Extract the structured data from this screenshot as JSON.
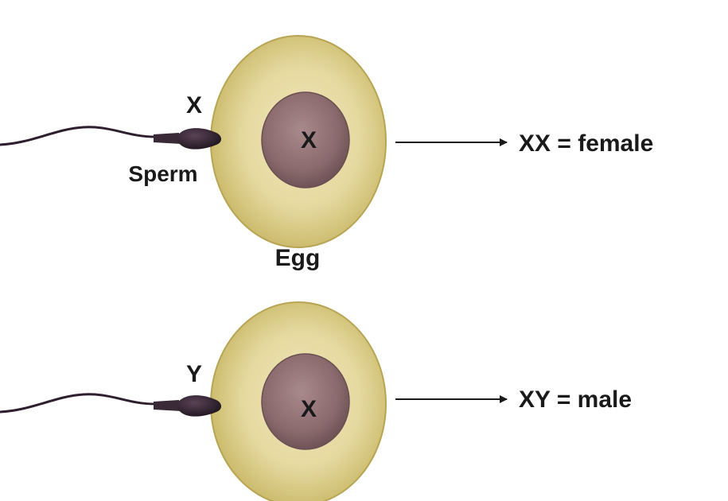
{
  "panels": [
    {
      "sperm_chromosome": "X",
      "sperm_label": "Sperm",
      "egg_chromosome": "X",
      "egg_label": "Egg",
      "result": "XX = female"
    },
    {
      "sperm_chromosome": "Y",
      "egg_chromosome": "X",
      "result": "XY = male"
    }
  ],
  "colors": {
    "egg_outer": "#d4c57a",
    "egg_inner": "#e9dfae",
    "nucleus": "#8f6f72",
    "sperm": "#2e1f2e",
    "arrow": "#1a1a1a"
  }
}
